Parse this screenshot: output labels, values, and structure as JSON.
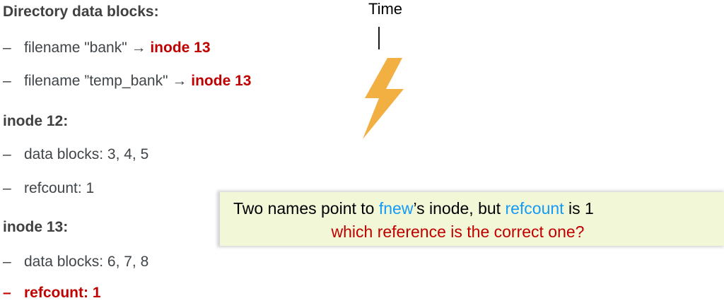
{
  "slide": {
    "background_color": "#ffffff",
    "heading_color": "#404040",
    "body_color": "#3f4549",
    "accent_red": "#c00000",
    "accent_blue": "#159bf5",
    "bolt_color": "#f2af42",
    "callout_bg": "#f2f7d8"
  },
  "directory": {
    "heading": "Directory data blocks:",
    "entries": [
      {
        "dash": "–",
        "name_part": "filename \"bank\" ",
        "arrow": "→",
        "target": "inode 13"
      },
      {
        "dash": "–",
        "name_part": "filename ”temp_bank\" ",
        "arrow": "→",
        "target": "inode 13"
      }
    ]
  },
  "inode12": {
    "heading": "inode 12:",
    "lines": [
      {
        "dash": "–",
        "text": "data blocks: 3, 4, 5"
      },
      {
        "dash": "–",
        "text": "refcount: 1"
      }
    ]
  },
  "inode13": {
    "heading": "inode 13:",
    "lines": [
      {
        "dash": "–",
        "text": "data blocks: 6, 7, 8"
      },
      {
        "dash": "–",
        "text": "refcount: 1"
      }
    ]
  },
  "time_marker": {
    "label": "Time",
    "icon": "lightning-bolt-icon"
  },
  "callout": {
    "line1": {
      "a": "Two names point to ",
      "b": "fnew",
      "c": "’s inode, but ",
      "d": "refcount",
      "e": " is 1"
    },
    "line2": "which reference is the correct one?"
  }
}
